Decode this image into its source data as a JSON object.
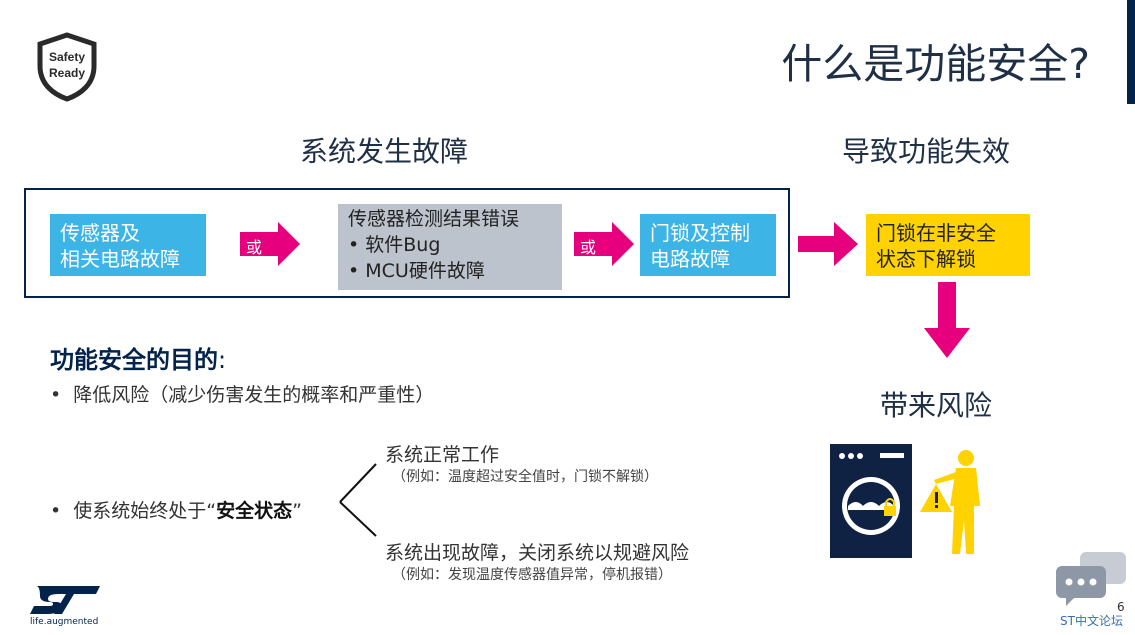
{
  "slide": {
    "title": "什么是功能安全?",
    "page_number": "6",
    "badge": {
      "line1": "Safety",
      "line2": "Ready"
    },
    "heading_fault": "系统发生故障",
    "heading_failure": "导致功能失效",
    "flow": {
      "box1": {
        "line1": "传感器及",
        "line2": "相关电路故障"
      },
      "or1": "或",
      "box2": {
        "title": "传感器检测结果错误",
        "items": [
          "软件Bug",
          "MCU硬件故障"
        ]
      },
      "or2": "或",
      "box3": {
        "line1": "门锁及控制",
        "line2": "电路故障"
      },
      "result": {
        "line1": "门锁在非安全",
        "line2": "状态下解锁"
      }
    },
    "risk_label": "带来风险",
    "purpose": {
      "title": "功能安全的目的",
      "colon": ":",
      "bullet1": "降低风险（减少伤害发生的概率和严重性）",
      "bullet2_prefix": "使系统始终处于“",
      "bullet2_bold": "安全状态",
      "bullet2_suffix": "”",
      "option1": {
        "title": "系统正常工作",
        "note": "（例如：温度超过安全值时，门锁不解锁）"
      },
      "option2": {
        "title": "系统出现故障，关闭系统以规避风险",
        "note": "（例如：发现温度传感器值异常，停机报错）"
      }
    },
    "footer": {
      "st_tagline": "life.augmented",
      "forum": "ST中文论坛"
    },
    "colors": {
      "blue": "#3cb4e6",
      "gray": "#bdc3cc",
      "yellow": "#ffd200",
      "magenta": "#e6007e",
      "navy": "#03234b"
    }
  }
}
